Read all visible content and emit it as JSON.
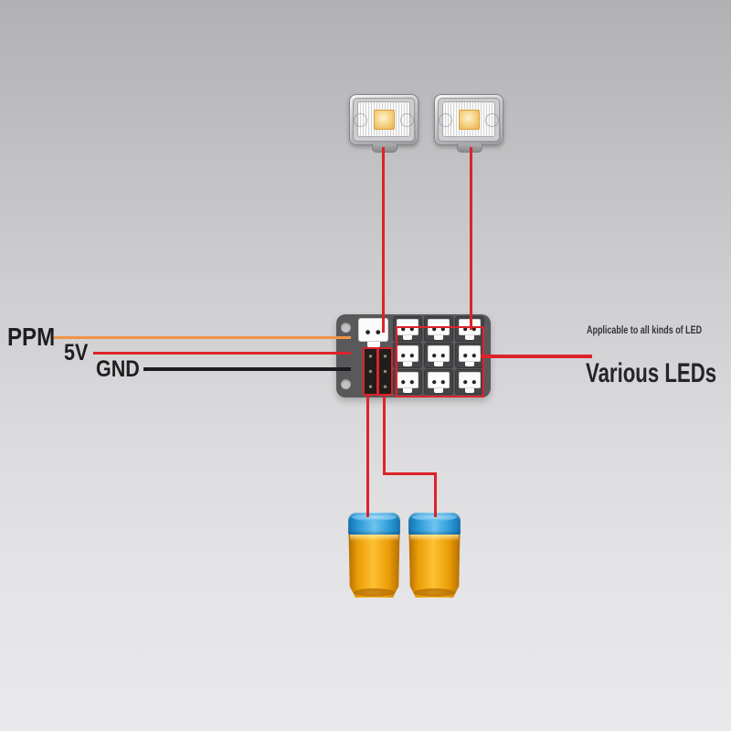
{
  "labels": {
    "ppm": "PPM",
    "five_v": "5V",
    "gnd": "GND",
    "note": "Applicable to all kinds of LED",
    "various": "Various LEDs"
  },
  "colors": {
    "wire_red": "#dd2329",
    "wire_orange": "#ef9449",
    "wire_black": "#1c1c1e",
    "board_gray": "#59595b",
    "highlight_red": "#dd2329",
    "jar_blue": "#2f9cd8",
    "jar_orange": "#f3a90d",
    "led_chip_amber": "#f6d488",
    "background_top": "#b1b1b3",
    "background_bottom": "#e9e9eb"
  },
  "components": {
    "led_modules": 2,
    "output_connectors": 9,
    "input_connector": 1,
    "pin_headers": 2,
    "jars": 2
  }
}
